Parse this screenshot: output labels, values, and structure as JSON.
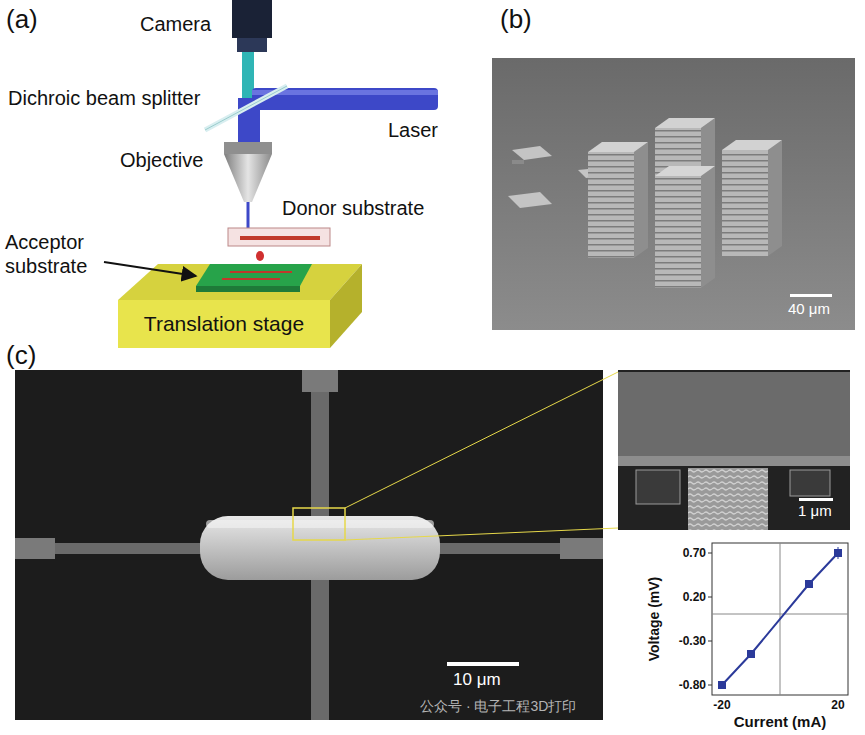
{
  "diagram": {
    "nodes": [
      {
        "text": [
          "Translation stage"
        ]
      },
      {
        "text": [
          "40 μm"
        ]
      },
      {
        "text": [
          "10 μm"
        ]
      },
      {
        "text": [
          "1 μm"
        ]
      }
    ],
    "labels": [
      "(a)",
      "Camera",
      "Dichroic beam splitter",
      "Objective",
      "Laser",
      "Donor substrate",
      "Acceptor substrate",
      "(b)",
      "(c)",
      "Voltage (mV)",
      "0.70",
      "0.20",
      "-0.30",
      "-0.80",
      "-20",
      "20",
      "Current (mA)",
      "公众号 · 电子工程3D打印"
    ]
  }
}
